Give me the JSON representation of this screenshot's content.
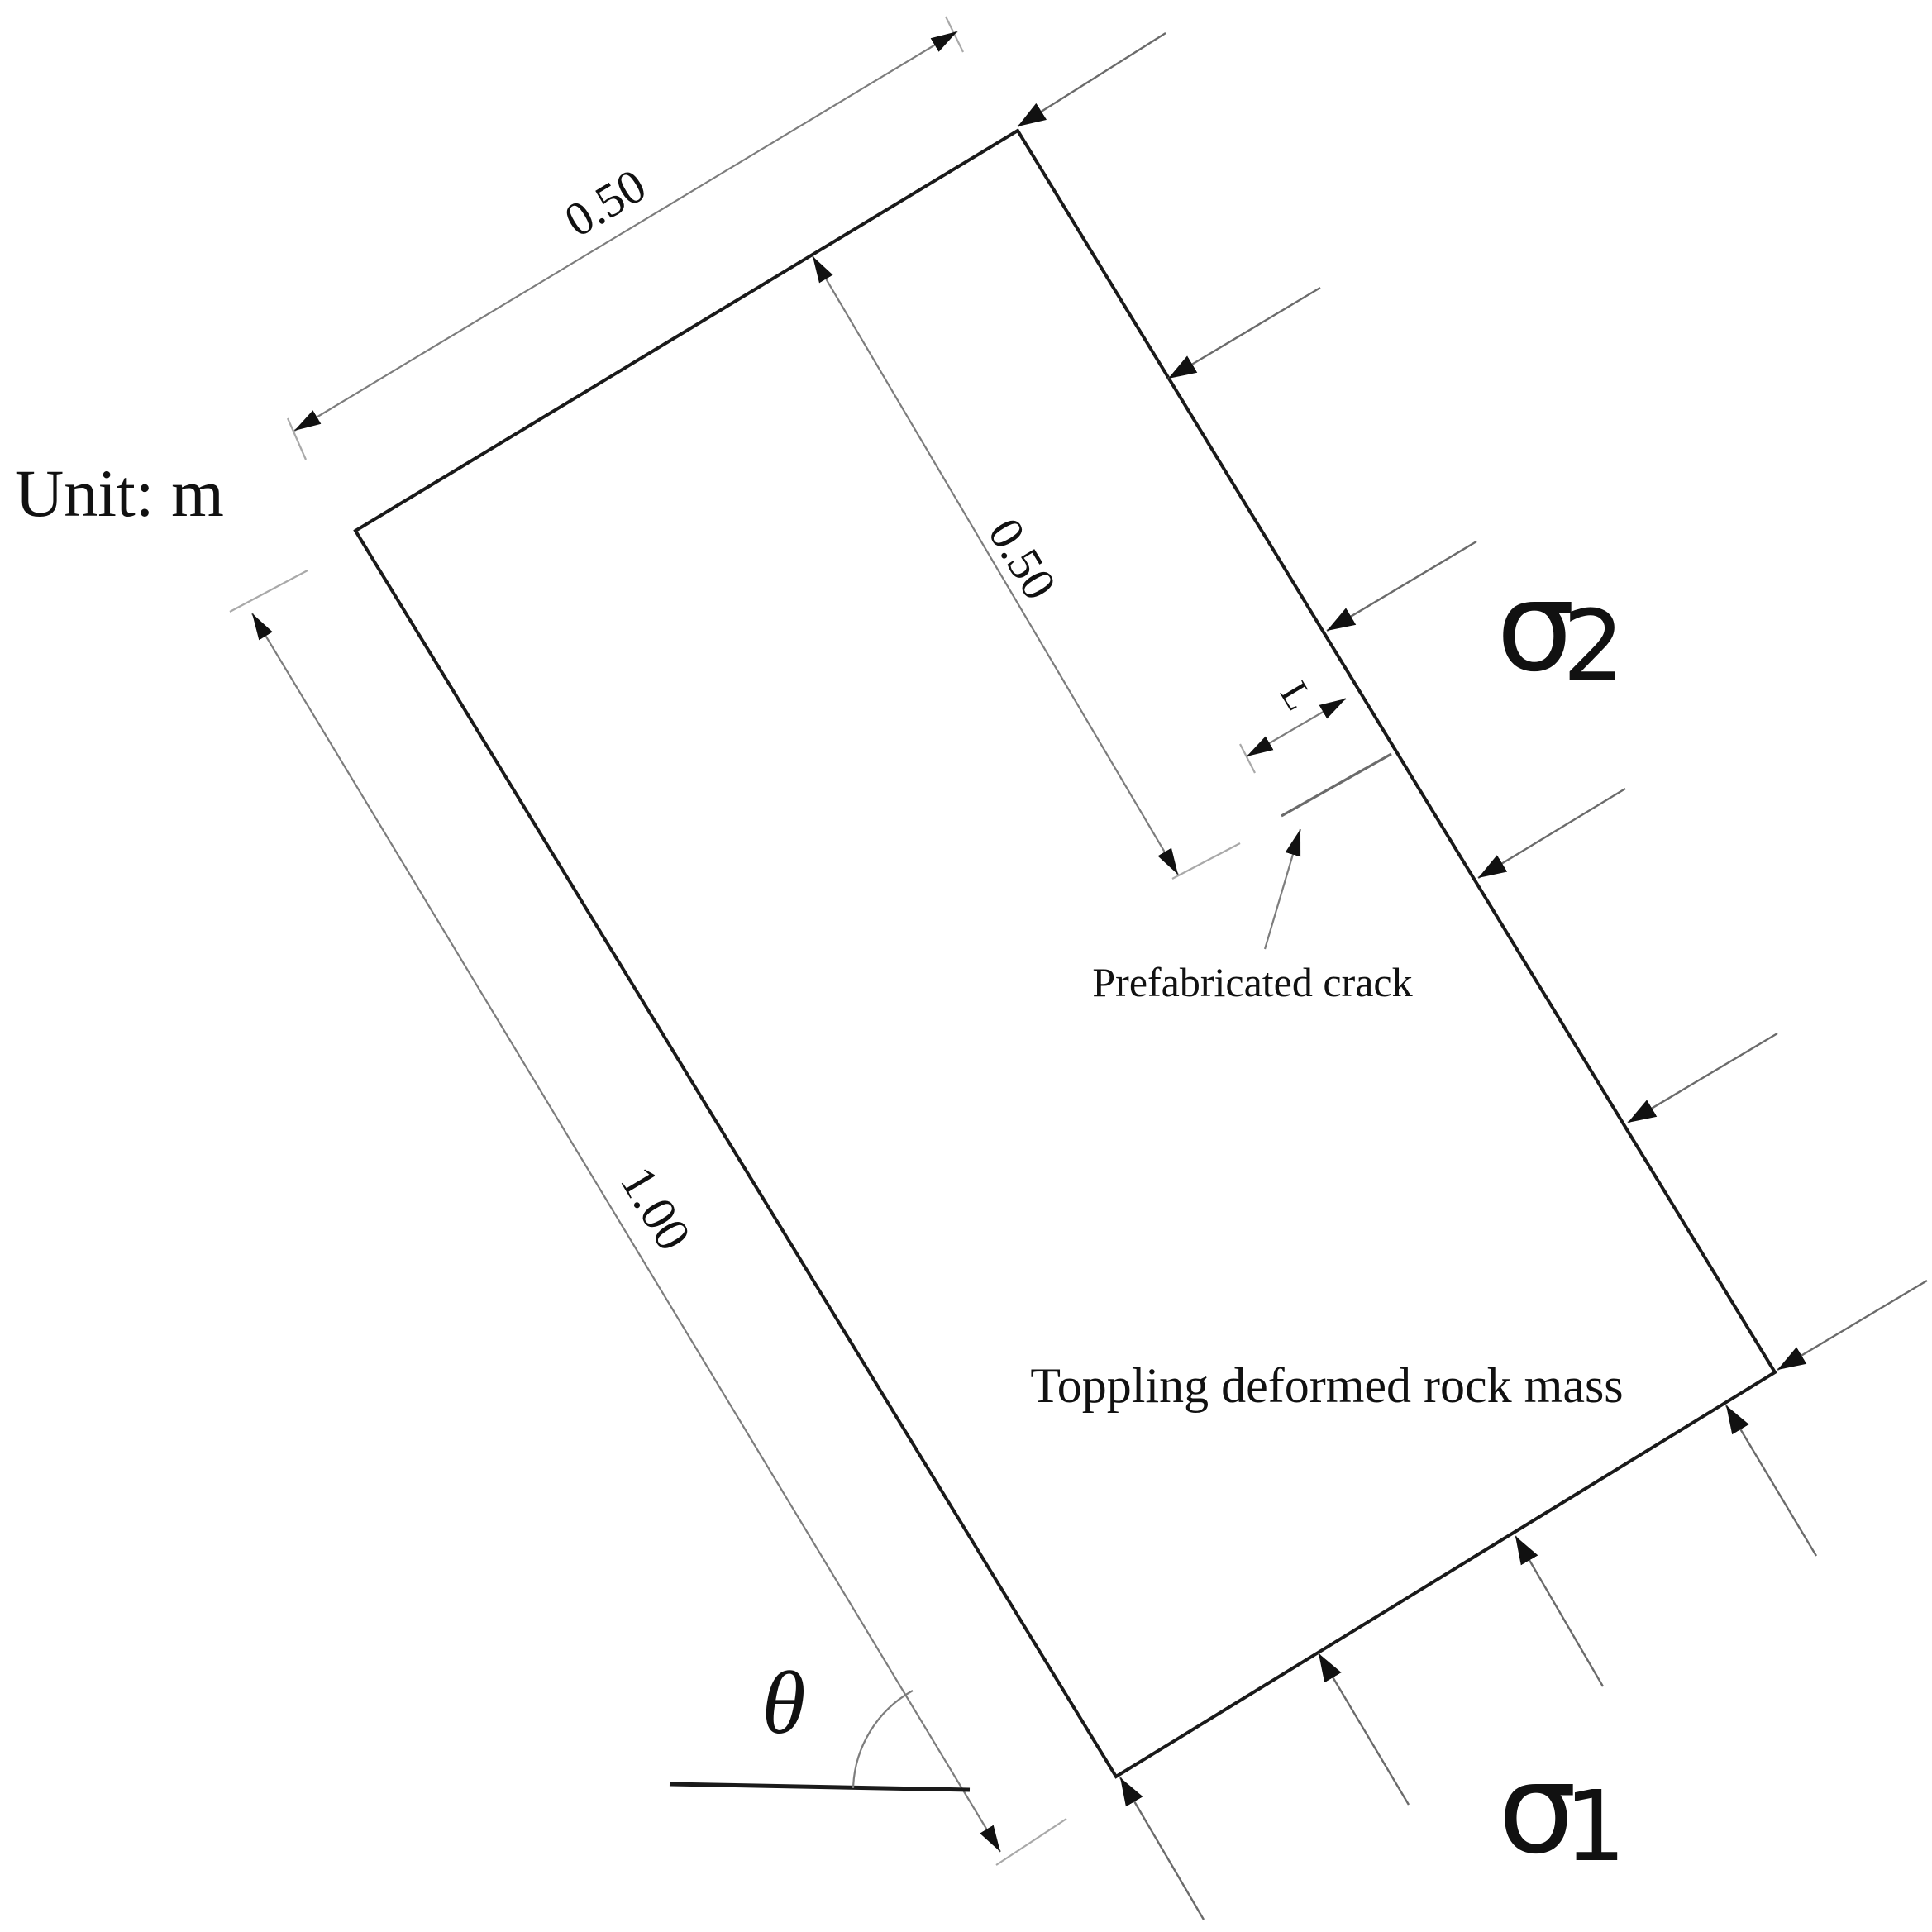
{
  "labels": {
    "unit": "Unit: m",
    "dim_width_top": "0.50",
    "dim_crack_depth": "0.50",
    "dim_height": "1.00",
    "crack_length": "L",
    "crack_label": "Prefabricated crack",
    "rock_label": "Toppling deformed rock mass",
    "sigma2_symbol": "σ",
    "sigma2_sub": "2",
    "sigma1_symbol": "σ",
    "sigma1_sub": "1",
    "angle_symbol": "θ"
  }
}
